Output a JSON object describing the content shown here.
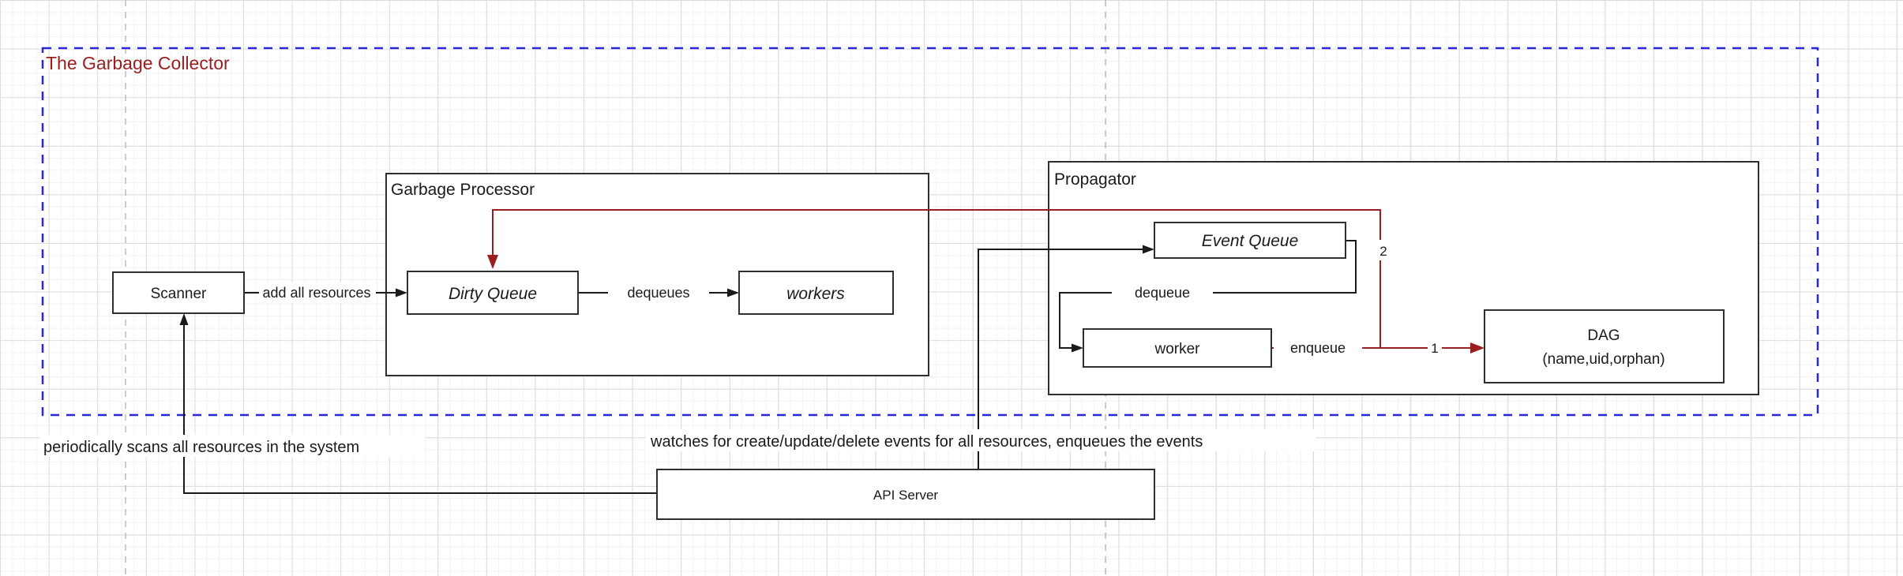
{
  "canvas": {
    "title": "The Garbage Collector"
  },
  "containers": {
    "garbage_processor": {
      "label": "Garbage Processor"
    },
    "propagator": {
      "label": "Propagator"
    }
  },
  "nodes": {
    "scanner": {
      "label": "Scanner"
    },
    "dirty_queue": {
      "label": "Dirty Queue"
    },
    "workers": {
      "label": "workers"
    },
    "event_queue": {
      "label": "Event Queue"
    },
    "worker": {
      "label": "worker"
    },
    "dag": {
      "line1": "DAG",
      "line2": "(name,uid,orphan)"
    },
    "api_server": {
      "label": "API Server"
    }
  },
  "edges": {
    "add_all_resources": {
      "label": "add all resources"
    },
    "dequeues": {
      "label": "dequeues"
    },
    "dequeue": {
      "label": "dequeue"
    },
    "enqueue": {
      "label": "enqueue"
    },
    "step1": {
      "label": "1"
    },
    "step2": {
      "label": "2"
    }
  },
  "annotations": {
    "scanner_note": "periodically scans all resources in the system",
    "api_note": "watches for create/update/delete events for all resources, enqueues the events"
  },
  "colors": {
    "accent_red": "#9a1e1e",
    "frame_blue": "#2929d4",
    "node_border": "#2f2f2f",
    "grid_major": "#dcdcdc",
    "grid_minor": "#f3f3f3"
  }
}
